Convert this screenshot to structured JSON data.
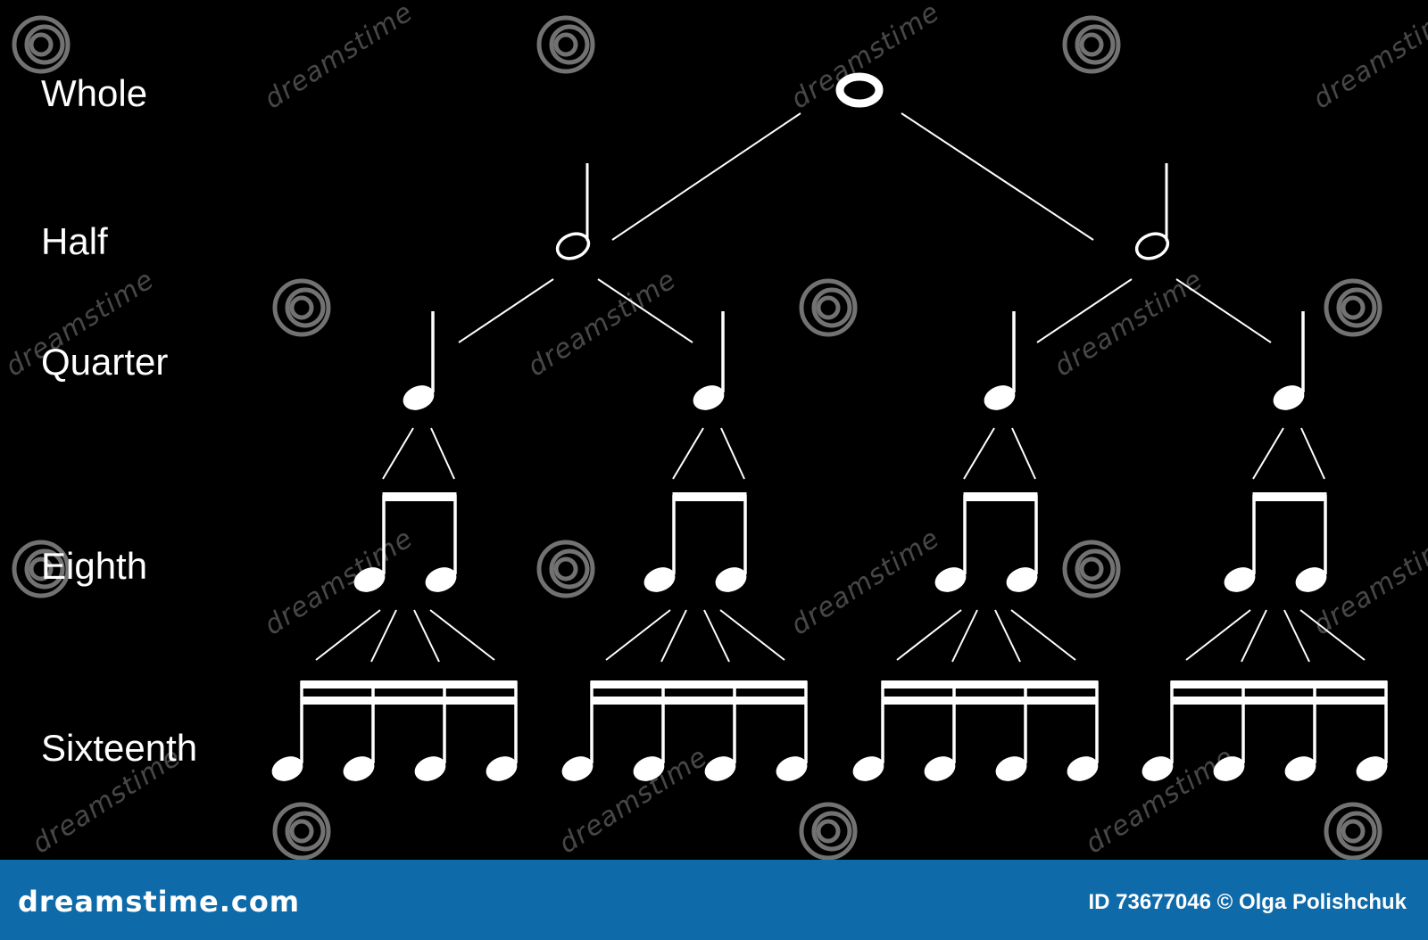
{
  "diagram": {
    "rows": [
      {
        "key": "whole",
        "label": "Whole"
      },
      {
        "key": "half",
        "label": "Half"
      },
      {
        "key": "quarter",
        "label": "Quarter"
      },
      {
        "key": "eighth",
        "label": "Eighth"
      },
      {
        "key": "sixteenth",
        "label": "Sixteenth"
      }
    ],
    "note_counts": {
      "whole": 1,
      "half": 2,
      "quarter": 4,
      "eighth": 8,
      "sixteenth": 16
    }
  },
  "watermark": {
    "text": "dreamstime",
    "icon": "spiral-logo-icon"
  },
  "footer": {
    "brand": "dreamstime.com",
    "credit": "ID 73677046 © Olga Polishchuk"
  },
  "colors": {
    "background": "#000000",
    "notes": "#ffffff",
    "footer_bar": "#0e6aa8"
  }
}
